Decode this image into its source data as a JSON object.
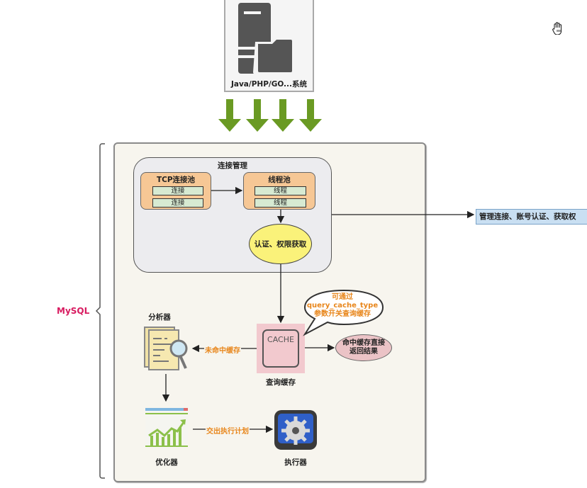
{
  "client": {
    "label": "Java/PHP/GO...系统",
    "icon": "server-folder-icon",
    "arrow_count": 4,
    "arrow_color": "#6a9a23"
  },
  "mysql": {
    "label": "MySQL",
    "label_color": "#d81b60"
  },
  "connection_management": {
    "title": "连接管理",
    "tcp_pool": {
      "title": "TCP连接池",
      "items": [
        "连接",
        "连接"
      ]
    },
    "thread_pool": {
      "title": "线程池",
      "items": [
        "线程",
        "线程"
      ]
    },
    "auth": "认证、权限获取",
    "note": "管理连接、账号认证、获取权"
  },
  "query_cache": {
    "box_text": "CACHE",
    "label": "查询缓存",
    "bubble_lines": [
      "可通过",
      "query_cache_type",
      "参数开关查询缓存"
    ],
    "hit_result_lines": [
      "命中缓存直接",
      "返回结果"
    ],
    "miss_label": "未命中缓存"
  },
  "parser": {
    "label": "分析器",
    "icon": "document-magnifier-icon"
  },
  "optimizer": {
    "label": "优化器",
    "icon": "chart-window-icon"
  },
  "executor": {
    "label": "执行器",
    "icon": "gear-icon"
  },
  "plan_edge_label": "交出执行计划",
  "colors": {
    "accent_orange": "#e8861b",
    "pool_fill": "#f6c795",
    "item_fill": "#d7ead2",
    "auth_fill": "#faf27a",
    "cache_fill": "#f2c9ce",
    "note_fill": "#c9dff2"
  }
}
